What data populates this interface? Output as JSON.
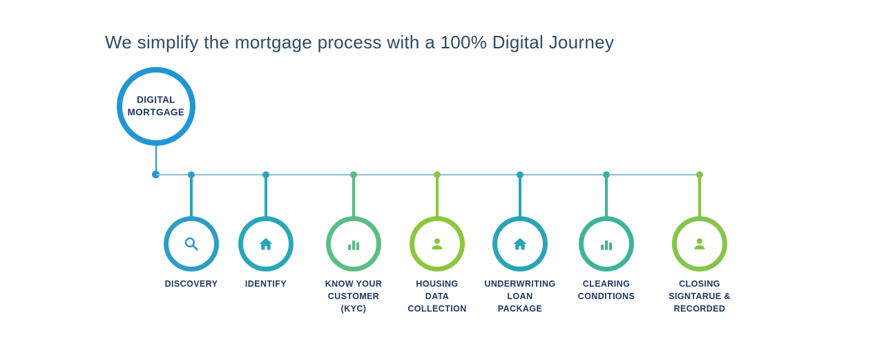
{
  "title": "We simplify the mortgage process with a 100% Digital Journey",
  "root": {
    "label": "DIGITAL\nMORTGAGE",
    "color": "#2196d4"
  },
  "timeline": {
    "line_color": "#8fbfd9"
  },
  "label_color": "#1f3864",
  "steps": [
    {
      "label": "DISCOVERY",
      "icon": "search-icon",
      "color": "#2e9dc6"
    },
    {
      "label": "IDENTIFY",
      "icon": "home-icon",
      "color": "#29a6b8"
    },
    {
      "label": "KNOW YOUR\nCUSTOMER\n(KYC)",
      "icon": "bar-chart-icon",
      "color": "#5cbd84"
    },
    {
      "label": "HOUSING\nDATA\nCOLLECTION",
      "icon": "person-icon",
      "color": "#8cc63f"
    },
    {
      "label": "UNDERWRITING\nLOAN\nPACKAGE",
      "icon": "home-icon",
      "color": "#2aa4b6"
    },
    {
      "label": "CLEARING\nCONDITIONS",
      "icon": "bar-chart-icon",
      "color": "#3fb29a"
    },
    {
      "label": "CLOSING\nSIGNTARUE &\nRECORDED",
      "icon": "person-icon",
      "color": "#84c54b"
    }
  ]
}
